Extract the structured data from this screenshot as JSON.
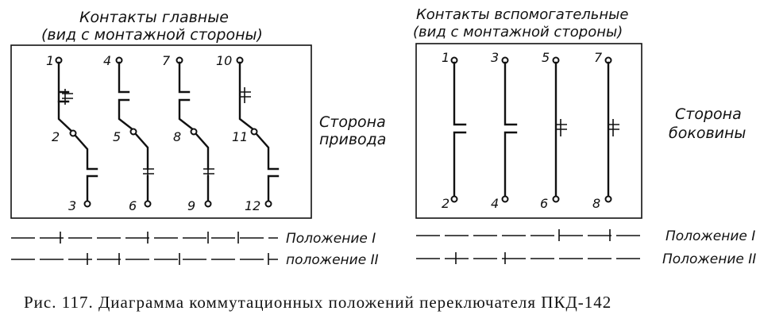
{
  "main_contacts": {
    "title_line1": "Контакты главные",
    "title_line2": "(вид с монтажной стороны)",
    "side_label_line1": "Сторона",
    "side_label_line2": "привода",
    "terminals": [
      "1",
      "2",
      "3",
      "4",
      "5",
      "6",
      "7",
      "8",
      "9",
      "10",
      "11",
      "12"
    ]
  },
  "aux_contacts": {
    "title_line1": "Контакты вспомогательные",
    "title_line2": "(вид с монтажной стороны)",
    "side_label_line1": "Сторона",
    "side_label_line2": "боковины",
    "terminals": [
      "1",
      "2",
      "3",
      "4",
      "5",
      "6",
      "7",
      "8"
    ]
  },
  "positions": {
    "left_pos1": "Положение I",
    "left_pos2": "положение II",
    "right_pos1": "Положение I",
    "right_pos2": "Положение II"
  },
  "caption": "Рис. 117. Диаграмма коммутационных положений переключателя ПКД-142"
}
